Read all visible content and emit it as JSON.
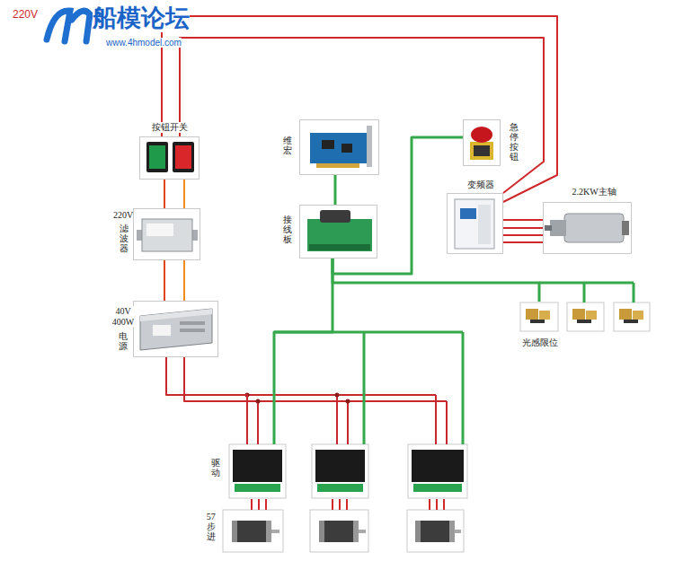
{
  "diagram": {
    "nodes": [
      {
        "text": [
          "按钮开关"
        ]
      },
      {
        "text": [
          "220V",
          "滤波器"
        ]
      },
      {
        "text": [
          "40V 400W",
          "电源"
        ]
      },
      {
        "text": [
          "维宏"
        ]
      },
      {
        "text": [
          "接线板"
        ]
      },
      {
        "text": [
          "急停按钮"
        ]
      },
      {
        "text": [
          "变频器"
        ]
      },
      {
        "text": [
          "2.2KW主轴"
        ]
      },
      {
        "text": [
          "光感限位"
        ]
      },
      {
        "text": [
          "驱动"
        ]
      },
      {
        "text": [
          "57步进"
        ]
      }
    ],
    "edges": [
      {
        "from": 0,
        "to": 1,
        "arrow": "none"
      },
      {
        "from": 0,
        "to": 6,
        "arrow": "none"
      },
      {
        "from": 1,
        "to": 2,
        "arrow": "none"
      },
      {
        "from": 2,
        "to": 9,
        "arrow": "none"
      },
      {
        "from": 3,
        "to": 4,
        "arrow": "none"
      },
      {
        "from": 4,
        "to": 5,
        "arrow": "none"
      },
      {
        "from": 4,
        "to": 8,
        "arrow": "none"
      },
      {
        "from": 4,
        "to": 9,
        "arrow": "none"
      },
      {
        "from": 6,
        "to": 7,
        "arrow": "none"
      },
      {
        "from": 9,
        "to": 10,
        "arrow": "none"
      }
    ],
    "labels": [
      "220V",
      "船模论坛",
      "www.4hmodel.com"
    ]
  }
}
